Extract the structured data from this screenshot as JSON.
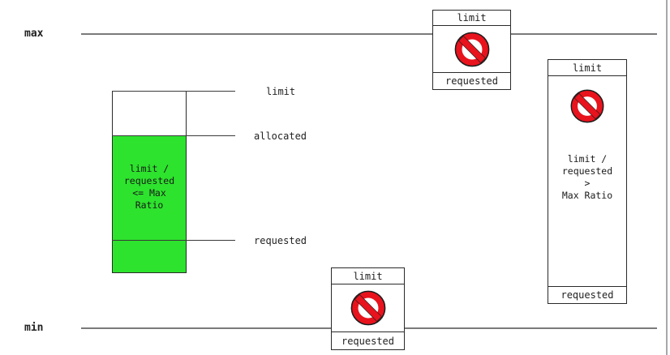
{
  "colors": {
    "green_fill": "#2de32d",
    "no_entry_red": "#e8131d",
    "range_line_gray": "#7a7a7a",
    "diagram_stroke": "#2a2a2a"
  },
  "range_lines": {
    "max_label": "max",
    "min_label": "min"
  },
  "allowed_bar": {
    "limit_label": "limit",
    "allocated_label": "allocated",
    "requested_label": "requested",
    "body_text": "limit /\nrequested\n<= Max\nRatio"
  },
  "violation_boxes": {
    "above_max": {
      "header": "limit",
      "footer": "requested"
    },
    "below_min": {
      "header": "limit",
      "footer": "requested"
    },
    "ratio": {
      "header": "limit",
      "footer": "requested",
      "body_text": "limit /\nrequested\n>\nMax Ratio"
    }
  }
}
